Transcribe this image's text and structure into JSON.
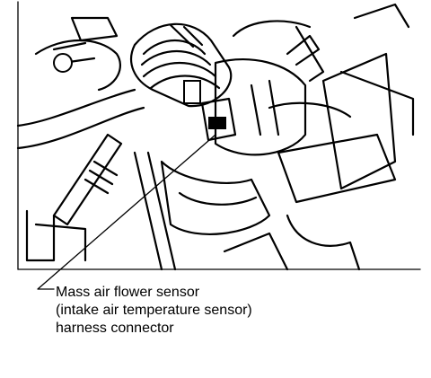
{
  "callout": {
    "line1": "Mass air flower sensor",
    "line2": "(intake air temperature sensor)",
    "line3": "harness connector"
  },
  "colors": {
    "ink": "#000000",
    "paper": "#ffffff"
  }
}
